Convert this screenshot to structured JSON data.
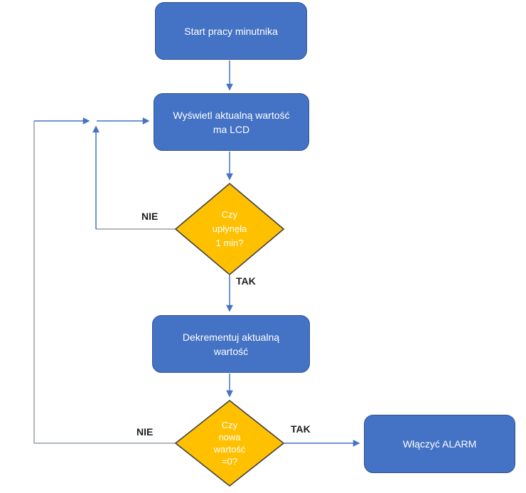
{
  "flowchart": {
    "nodes": {
      "start": "Start pracy minutnika",
      "display_lcd": "Wyświetl aktualną wartość ma LCD",
      "decision_minute": "Czy\nupłynęła\n1 min?",
      "decrement": "Dekrementuj aktualną wartość",
      "decision_zero": "Czy\nnowa\nwartość\n=0?",
      "alarm": "Włączyć ALARM"
    },
    "edge_labels": {
      "minute_no": "NIE",
      "minute_yes": "TAK",
      "zero_no": "NIE",
      "zero_yes": "TAK"
    },
    "colors": {
      "process_fill": "#4472C4",
      "process_border": "#2F528F",
      "decision_fill": "#FFC000",
      "decision_border": "#3F3F3F",
      "connector_blue": "#4472C4",
      "connector_gray": "#97A0AB",
      "node_text": "#FFFFFF",
      "label_text": "#1F1F1F",
      "background": "#FFFFFF"
    }
  }
}
